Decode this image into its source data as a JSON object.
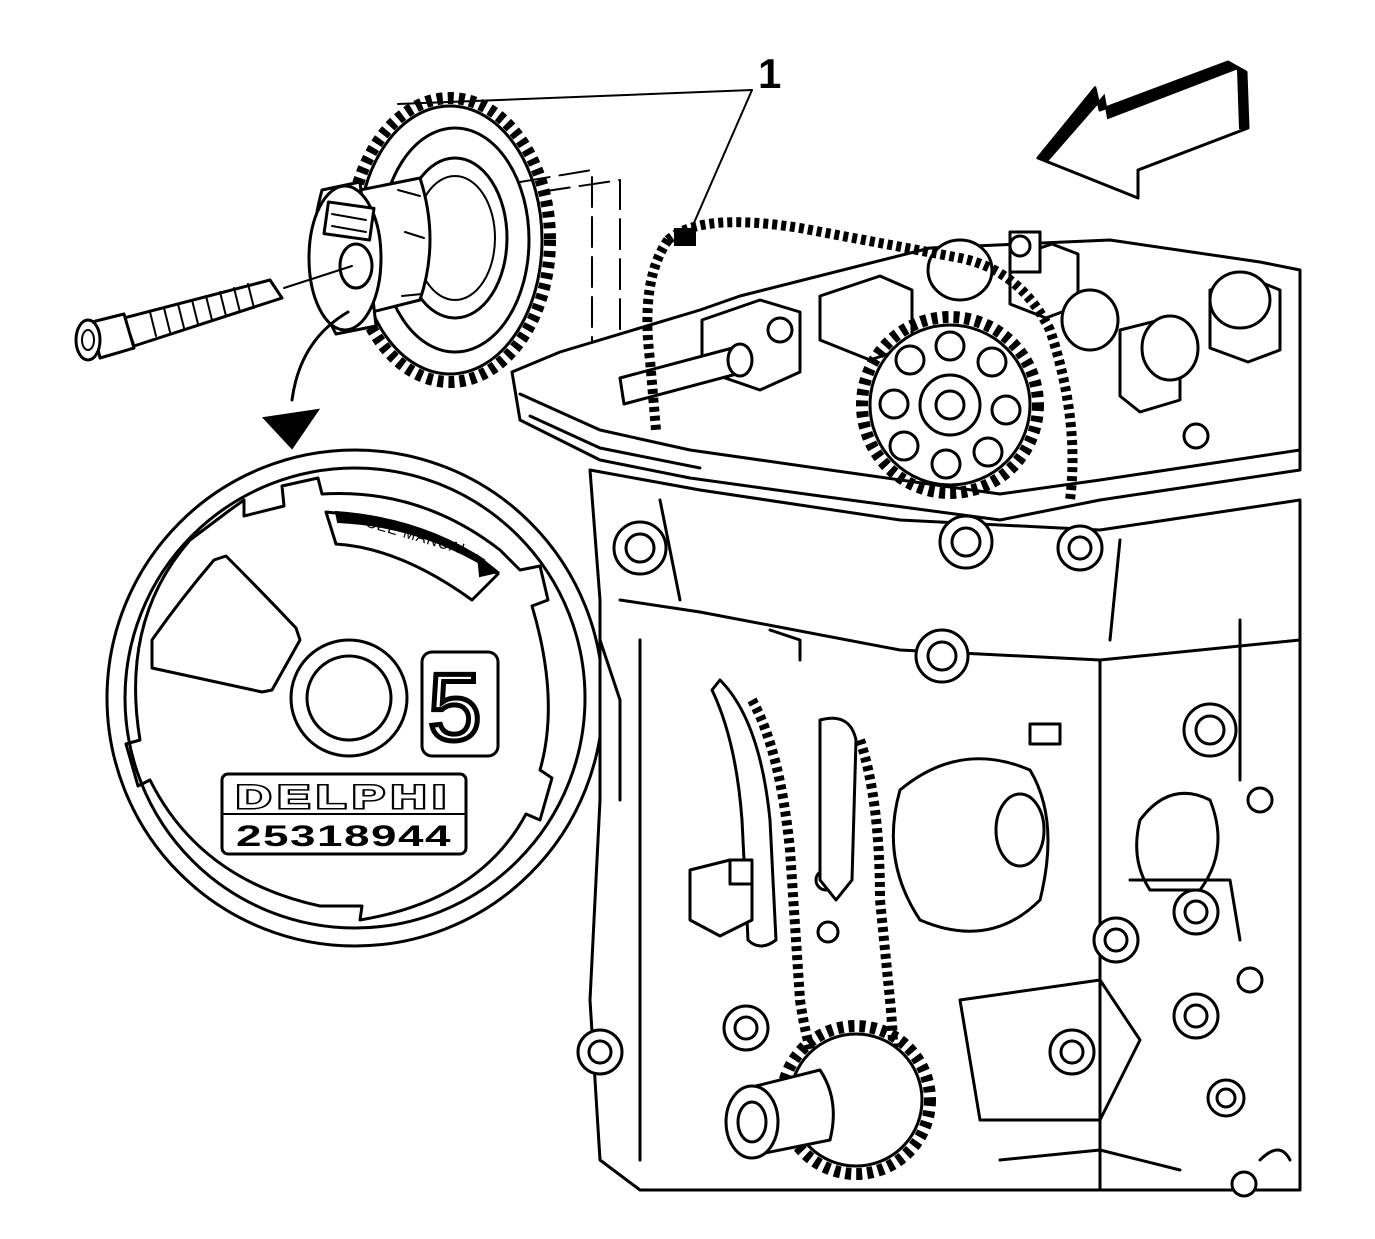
{
  "callout": {
    "label": "1"
  },
  "detail": {
    "see_manual": "SEE  MANUAL",
    "digit": "5",
    "brand": "DELPHI",
    "part_number": "25318944"
  }
}
